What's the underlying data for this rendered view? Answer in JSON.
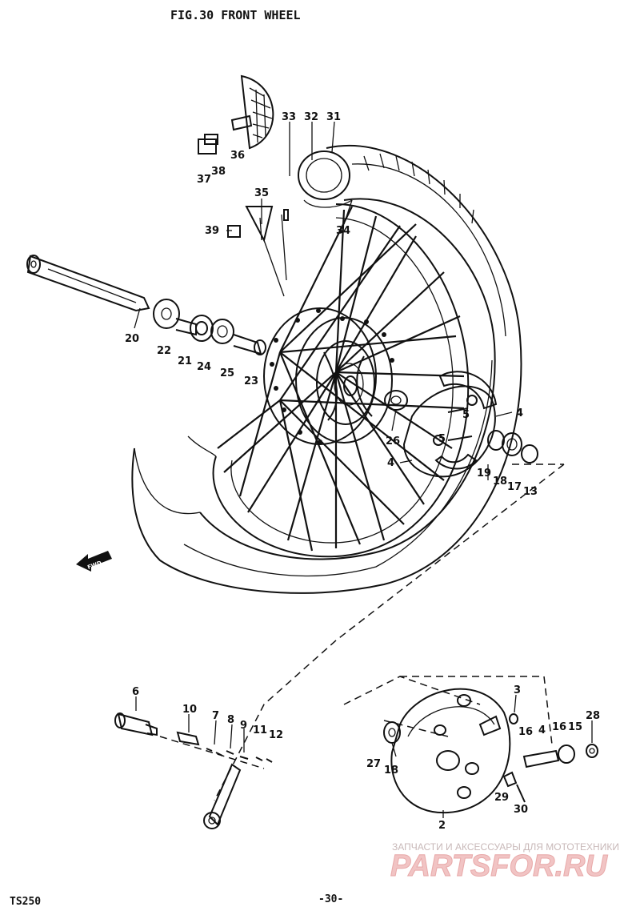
{
  "title": "FIG.30 FRONT WHEEL",
  "footer": {
    "model": "TS250",
    "page": "-30-"
  },
  "watermark": {
    "caption": "ЗАПЧАСТИ И АКСЕССУАРЫ ДЛЯ МОТОТЕХНИКИ",
    "logo": "PARTSFOR.RU"
  },
  "direction_badge": "FWD",
  "callouts": [
    {
      "id": "c20",
      "text": "20"
    },
    {
      "id": "c22",
      "text": "22"
    },
    {
      "id": "c21",
      "text": "21"
    },
    {
      "id": "c24",
      "text": "24"
    },
    {
      "id": "c25",
      "text": "25"
    },
    {
      "id": "c23",
      "text": "23"
    },
    {
      "id": "c33",
      "text": "33"
    },
    {
      "id": "c32",
      "text": "32"
    },
    {
      "id": "c31",
      "text": "31"
    },
    {
      "id": "c36",
      "text": "36"
    },
    {
      "id": "c38",
      "text": "38"
    },
    {
      "id": "c37",
      "text": "37"
    },
    {
      "id": "c35",
      "text": "35"
    },
    {
      "id": "c39",
      "text": "39"
    },
    {
      "id": "c34",
      "text": "34"
    },
    {
      "id": "c26",
      "text": "26"
    },
    {
      "id": "c4a",
      "text": "4"
    },
    {
      "id": "c5a",
      "text": "5"
    },
    {
      "id": "c5b",
      "text": "5"
    },
    {
      "id": "c4b",
      "text": "4"
    },
    {
      "id": "c19",
      "text": "19"
    },
    {
      "id": "c18a",
      "text": "18"
    },
    {
      "id": "c17",
      "text": "17"
    },
    {
      "id": "c13",
      "text": "13"
    },
    {
      "id": "c6",
      "text": "6"
    },
    {
      "id": "c10",
      "text": "10"
    },
    {
      "id": "c7",
      "text": "7"
    },
    {
      "id": "c8",
      "text": "8"
    },
    {
      "id": "c9",
      "text": "9"
    },
    {
      "id": "c11",
      "text": "11"
    },
    {
      "id": "c12",
      "text": "12"
    },
    {
      "id": "c3",
      "text": "3"
    },
    {
      "id": "c16a",
      "text": "16"
    },
    {
      "id": "c14",
      "text": "4"
    },
    {
      "id": "c16b",
      "text": "16"
    },
    {
      "id": "c15",
      "text": "15"
    },
    {
      "id": "c28",
      "text": "28"
    },
    {
      "id": "c27",
      "text": "27"
    },
    {
      "id": "c18b",
      "text": "18"
    },
    {
      "id": "c29",
      "text": "29"
    },
    {
      "id": "c30",
      "text": "30"
    },
    {
      "id": "c2",
      "text": "2"
    }
  ]
}
